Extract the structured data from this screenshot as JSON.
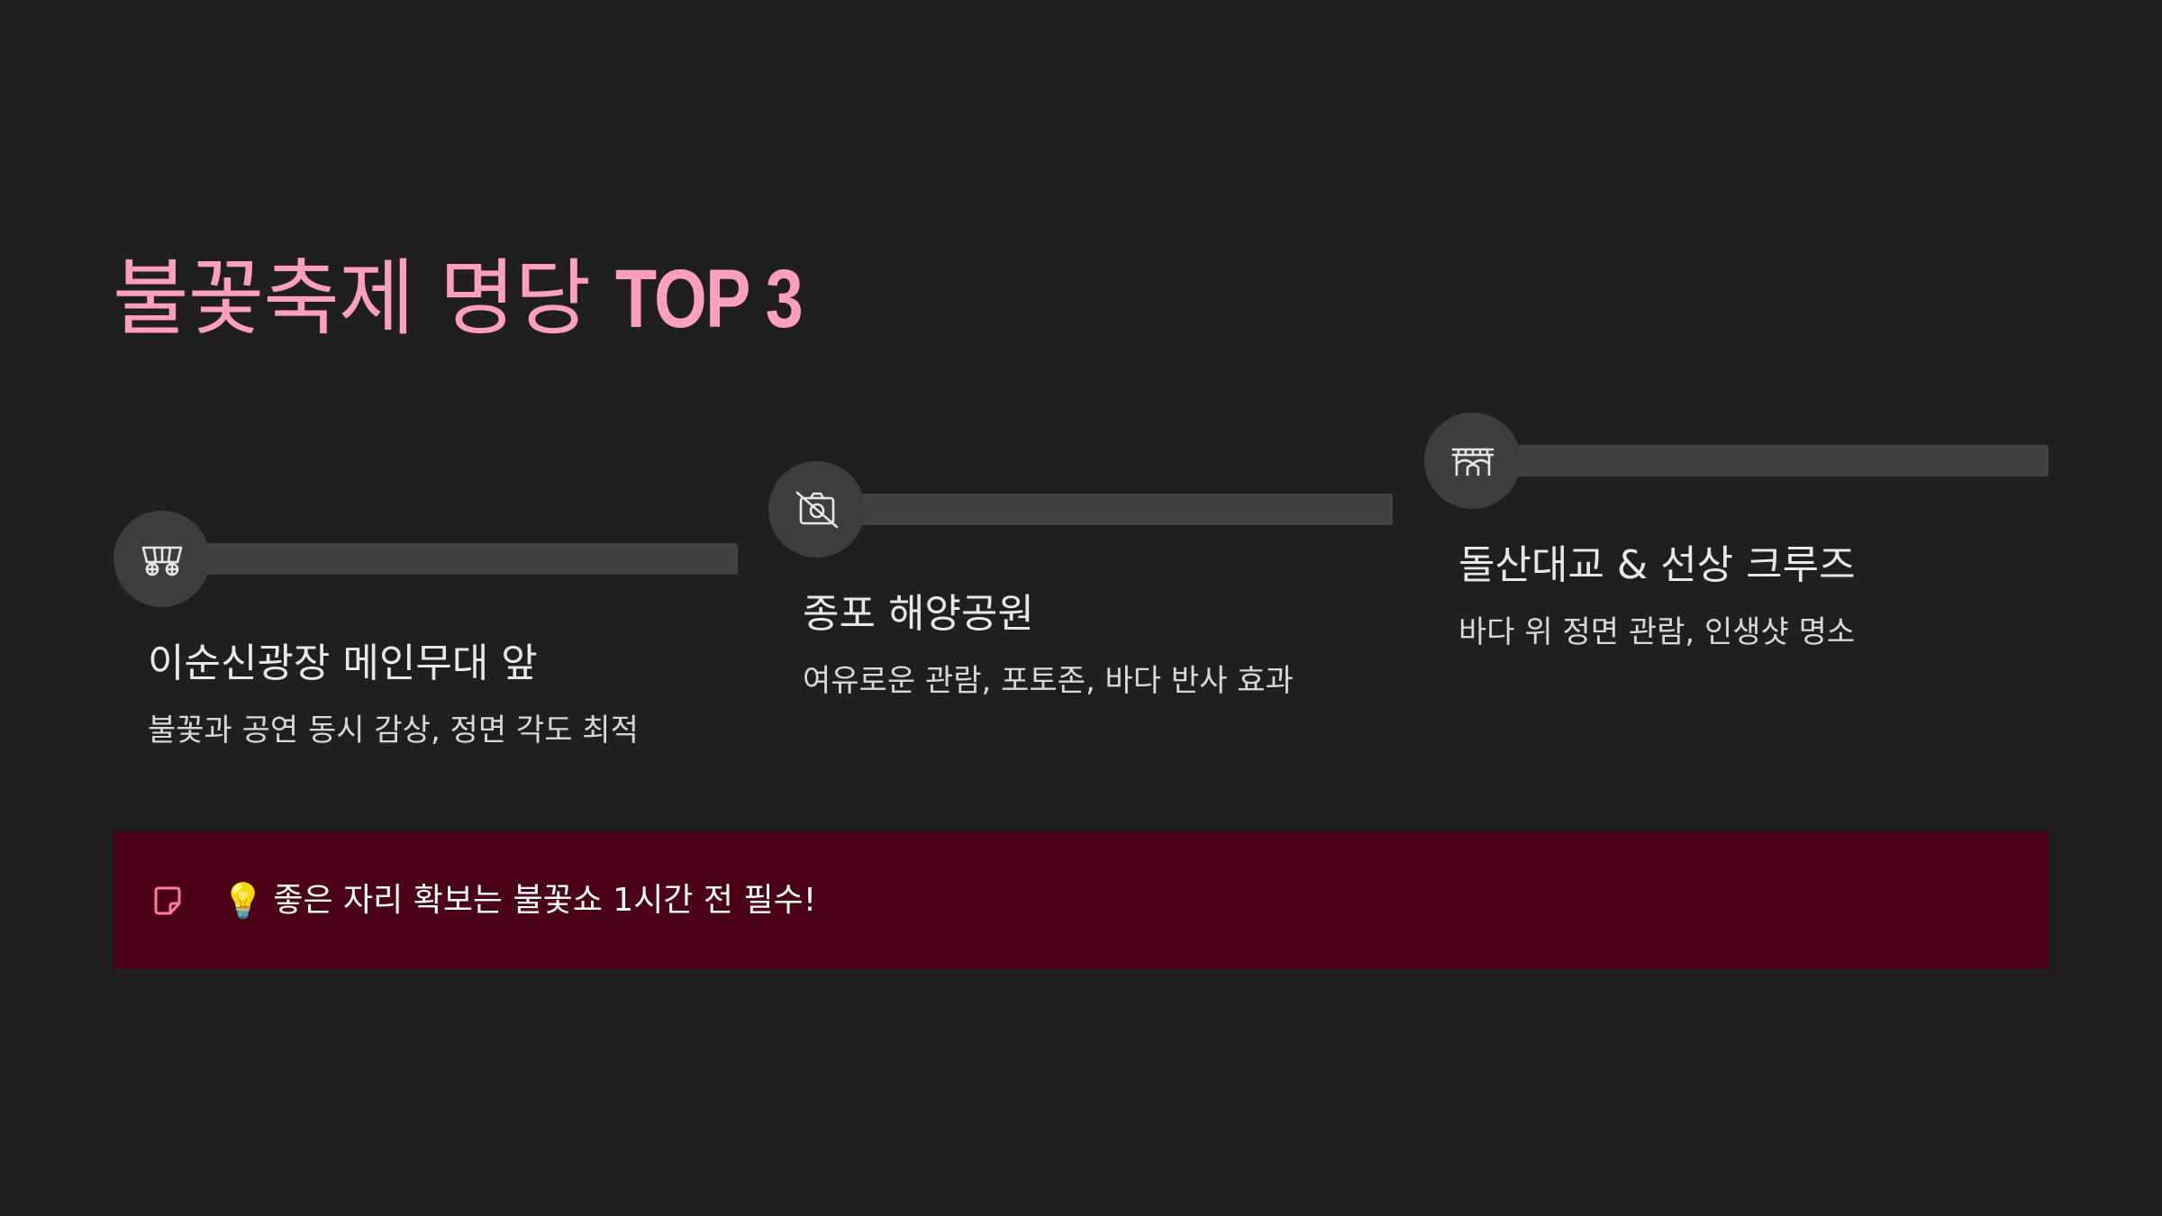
{
  "title": {
    "main": "불꽃축제 명당",
    "accent": "TOP 3"
  },
  "colors": {
    "background": "#1f1f1f",
    "accent": "#ff9fbe",
    "track": "#424242",
    "badge": "#3e3e3e",
    "tip_background": "#4a0016"
  },
  "steps": [
    {
      "icon": "carriage-icon",
      "name": "이순신광장 메인무대 앞",
      "description": "불꽃과 공연 동시 감상, 정면 각도 최적"
    },
    {
      "icon": "no-camera-icon",
      "name": "종포 해양공원",
      "description": "여유로운 관람, 포토존, 바다 반사 효과"
    },
    {
      "icon": "bridge-icon",
      "name": "돌산대교 & 선상 크루즈",
      "description": "바다 위 정면 관람, 인생샷 명소"
    }
  ],
  "tip": {
    "icon": "sticky-note-icon",
    "bulb": "💡",
    "text": "좋은 자리 확보는 불꽃쇼 1시간 전 필수!"
  }
}
